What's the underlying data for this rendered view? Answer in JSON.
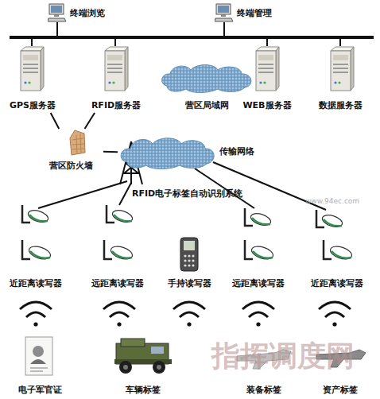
{
  "diagram": {
    "nodes": [
      {
        "text": [
          "终端浏览"
        ]
      },
      {
        "text": [
          "终端管理"
        ]
      },
      {
        "text": [
          "GPS服务器"
        ]
      },
      {
        "text": [
          "RFID服务器"
        ]
      },
      {
        "text": [
          "营区局域网"
        ]
      },
      {
        "text": [
          "WEB服务器"
        ]
      },
      {
        "text": [
          "数据服务器"
        ]
      },
      {
        "text": [
          "营区防火墙"
        ]
      },
      {
        "text": [
          "传输网络"
        ]
      },
      {
        "text": [
          "近距离读写器"
        ]
      },
      {
        "text": [
          "远距离读写器"
        ]
      },
      {
        "text": [
          "手持读写器"
        ]
      },
      {
        "text": [
          "远距离读写器"
        ]
      },
      {
        "text": [
          "近距离读写器"
        ]
      },
      {
        "text": [
          "电子军官证"
        ]
      },
      {
        "text": [
          "车辆标签"
        ]
      },
      {
        "text": [
          "装备标签"
        ]
      },
      {
        "text": [
          "资产标签"
        ]
      }
    ],
    "edges": [
      {
        "from": 2,
        "to": 7,
        "arrow": "none"
      },
      {
        "from": 3,
        "to": 7,
        "arrow": "none"
      },
      {
        "from": 7,
        "to": 8,
        "arrow": "none"
      }
    ],
    "labels": [
      "RFID电子标签自动识别系统",
      "指挥调度网",
      "www.94ec.com"
    ]
  }
}
